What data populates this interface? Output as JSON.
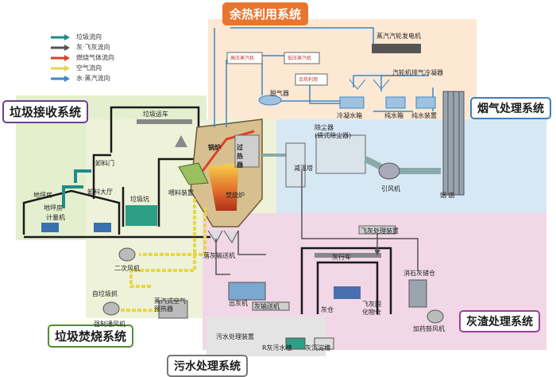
{
  "system_titles": {
    "waste_heat": "余热利用系统",
    "flue_gas": "烟气处理系统",
    "waste_reception": "垃圾接收系统",
    "incineration": "垃圾焚烧系统",
    "sewage": "污水处理系统",
    "ash_slag": "灰渣处理系统"
  },
  "legend": [
    {
      "label": "垃圾流向",
      "color": "#1e8c8c"
    },
    {
      "label": "灰·飞灰流向",
      "color": "#555555"
    },
    {
      "label": "燃烧气体流向",
      "color": "#d9442b"
    },
    {
      "label": "空气流向",
      "color": "#e8d64a"
    },
    {
      "label": "水·蒸汽流向",
      "color": "#3a88c8"
    }
  ],
  "labels": {
    "garbage_truck": "垃圾运车",
    "unload_door": "卸料门",
    "unload_hall": "卸料大厅",
    "garbage_pit": "垃圾坑",
    "feed_hopper": "喂料装置",
    "weigh_house": "地坪房",
    "weigh_house2": "地坪房",
    "metering": "计量机",
    "boiler": "锅炉",
    "superheater": "过热器",
    "incinerator": "焚烧炉",
    "secondary_fan": "二次风机",
    "auto_crane": "自垃圾抓",
    "forced_fan": "强制通风机",
    "air_preheater": "蒸汽式空气预热器",
    "slag_conveyor": "落灰输送机",
    "hp_header": "高压蒸汽机",
    "lp_header": "低压蒸汽机",
    "waste_heat_use": "余热利用",
    "deaerator": "脱气器",
    "turbine": "蒸汽汽轮发电机",
    "turbine_exhaust": "汽轮机排气冷凝器",
    "condensate_tank": "冷凝水箱",
    "pure_tank": "纯水箱",
    "pure_device": "纯水装置",
    "dust_collector": "除尘器\n(袋式除尘器)",
    "cooling_tower": "减温塔",
    "induced_fan": "引风机",
    "chimney": "烟 囱",
    "fly_ash_device": "飞灰处理装置",
    "ash_crane": "灰行车",
    "ash_out": "出灰机",
    "ash_conveyor": "灰输送机",
    "slag_pit": "灰仓",
    "fly_ash_solid": "飞灰固化物仓",
    "lime_silo": "消石灰储仓",
    "dosing_fan": "加药鼓风机",
    "sewage_device": "污水处理装置",
    "sewage_tank": "R灰污水槽",
    "settling_tank": "灰沉淀槽"
  },
  "colors": {
    "waste_heat_bg": "#fde8d4",
    "flue_gas_bg": "#d7e8f5",
    "reception_bg": "#e4efcf",
    "incineration_bg": "#eef2d9",
    "ash_bg": "#f2d7e6",
    "sewage_bg": "#e4e4e4",
    "title_orange": "#e8752f",
    "title_blue": "#3a7fbf",
    "title_purple": "#6b3f8f",
    "title_green": "#4f8f2f",
    "title_gray": "#777777",
    "title_magenta": "#9b3f9b"
  }
}
